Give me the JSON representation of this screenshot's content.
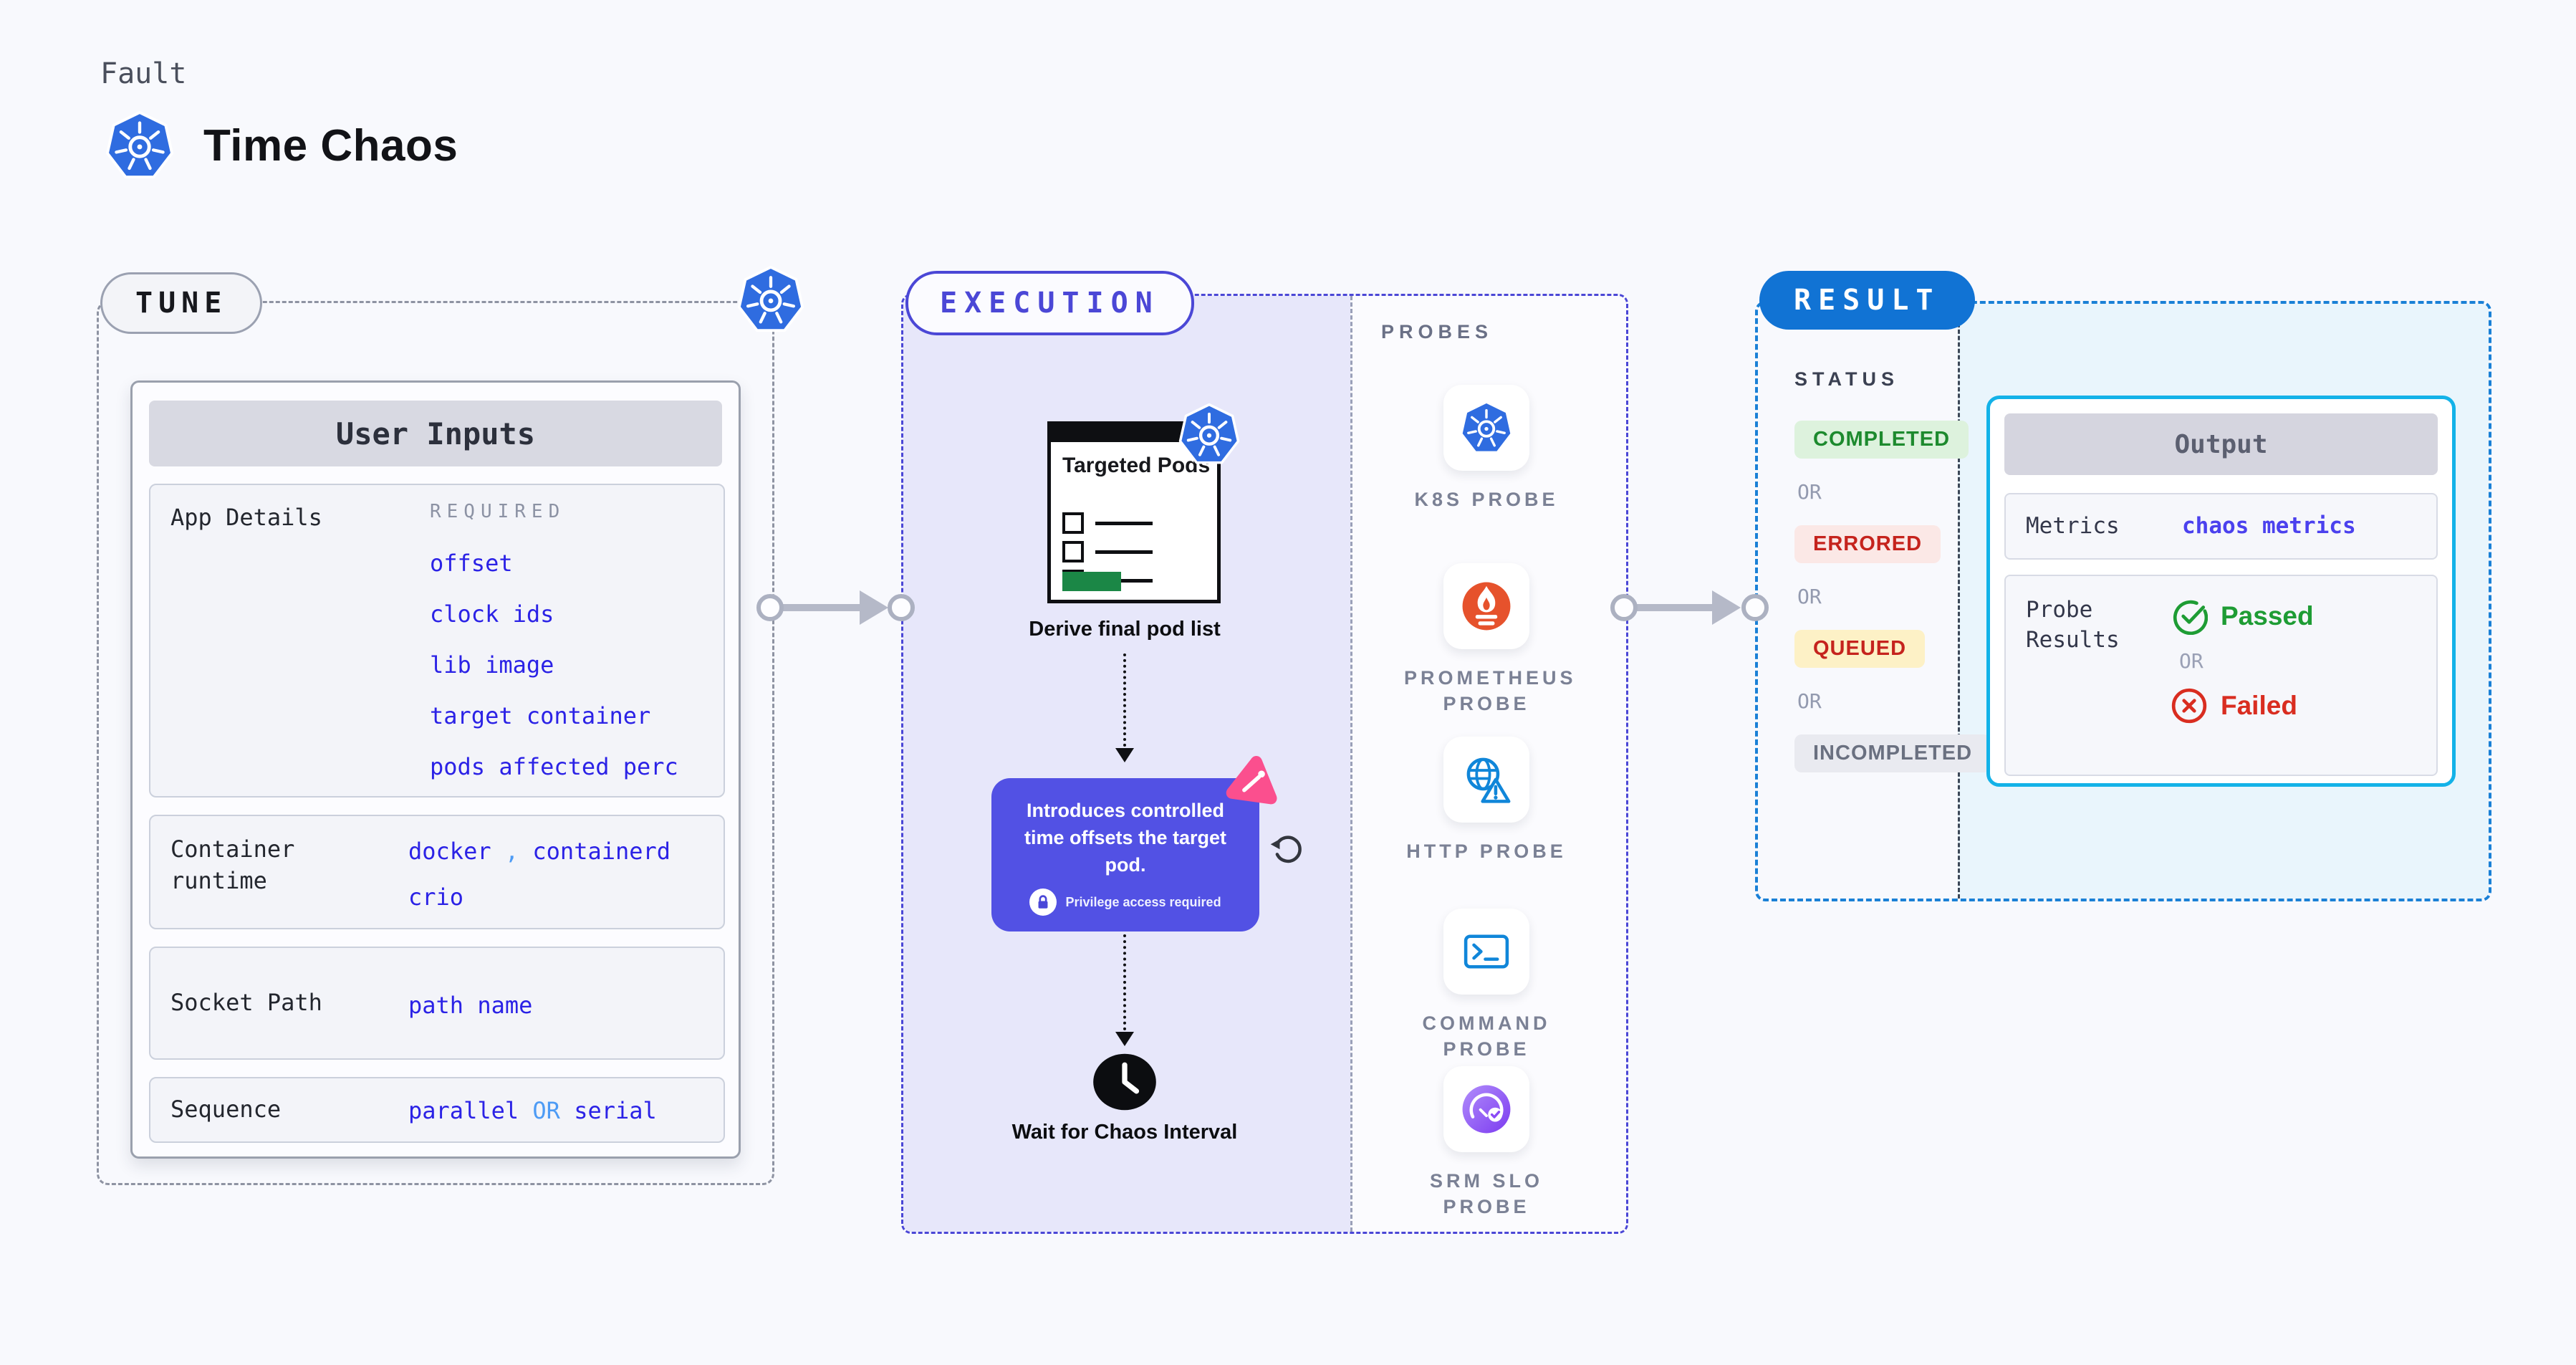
{
  "header": {
    "eyebrow": "Fault",
    "title": "Time Chaos"
  },
  "tune": {
    "badge": "TUNE",
    "user_inputs_title": "User Inputs",
    "app_details": {
      "label": "App Details",
      "tag": "REQUIRED",
      "values": [
        "offset",
        "clock ids",
        "lib image",
        "target container",
        "pods affected perc"
      ]
    },
    "container_runtime": {
      "label": "Container runtime",
      "value_a": "docker",
      "separator": ",",
      "value_b": "containerd",
      "value_c": "crio"
    },
    "socket_path": {
      "label": "Socket Path",
      "value": "path name"
    },
    "sequence": {
      "label": "Sequence",
      "value_a": "parallel",
      "or": "OR",
      "value_b": "serial"
    }
  },
  "execution": {
    "badge": "EXECUTION",
    "targeted_pods_title": "Targeted Pods",
    "derive_label": "Derive final pod list",
    "callout_text": "Introduces controlled time offsets the target pod.",
    "privilege_note": "Privilege access required",
    "wait_label": "Wait for Chaos Interval"
  },
  "probes": {
    "title": "PROBES",
    "items": [
      {
        "label": "K8S PROBE",
        "icon": "kubernetes-icon"
      },
      {
        "label": "PROMETHEUS PROBE",
        "icon": "prometheus-icon"
      },
      {
        "label": "HTTP PROBE",
        "icon": "http-globe-warning-icon"
      },
      {
        "label": "COMMAND PROBE",
        "icon": "terminal-icon"
      },
      {
        "label": "SRM SLO PROBE",
        "icon": "slo-gauge-icon"
      }
    ]
  },
  "result": {
    "badge": "RESULT",
    "status_title": "STATUS",
    "or": "OR",
    "statuses": [
      {
        "label": "COMPLETED",
        "fg": "#1d8a2e",
        "bg": "#ddf2dd"
      },
      {
        "label": "ERRORED",
        "fg": "#c5231d",
        "bg": "#fbe8e6"
      },
      {
        "label": "QUEUED",
        "fg": "#c5231d",
        "bg": "#fdf1c6"
      },
      {
        "label": "INCOMPLETED",
        "fg": "#6a7080",
        "bg": "#e9eaf0"
      }
    ],
    "output": {
      "title": "Output",
      "metrics_label": "Metrics",
      "metrics_value": "chaos metrics",
      "probe_results_label": "Probe Results",
      "passed": "Passed",
      "or": "OR",
      "failed": "Failed"
    }
  },
  "colors": {
    "accent_indigo": "#4b47d6",
    "value_blue": "#2b22e6",
    "value_light_blue": "#4d9bf5",
    "result_blue": "#1173d4",
    "output_border_cyan": "#13b2e8",
    "passed_green": "#1e9c34",
    "failed_red": "#d92d20",
    "k8s_blue": "#2f6ce0",
    "prometheus_orange": "#e6522c",
    "litmus_pink": "#fb4f8e",
    "callout_purple": "#5251e4"
  }
}
